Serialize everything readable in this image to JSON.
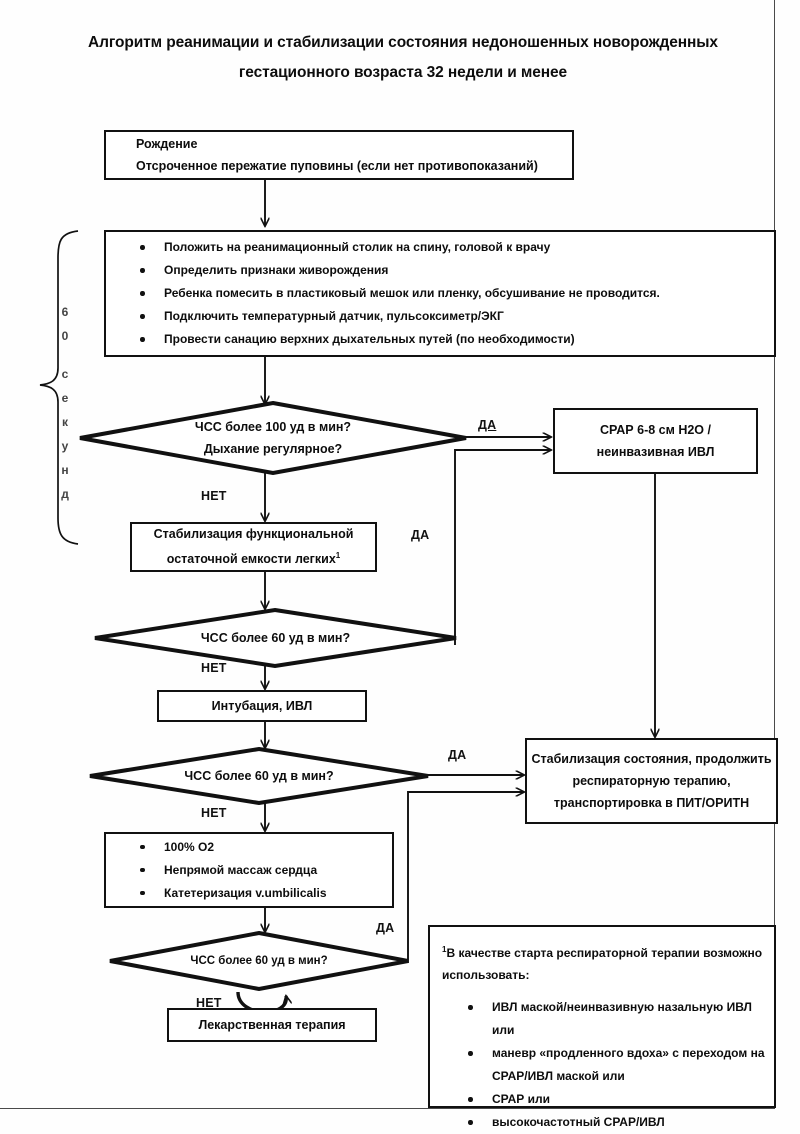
{
  "document": {
    "title_line1": "Алгоритм реанимации и стабилизации состояния  недоношенных новорожденных",
    "title_line2": "гестационного возраста 32 недели и менее",
    "ink_color": "#111111",
    "page_background": "#fefefe"
  },
  "timing_bracket": {
    "label": "60 секунд",
    "chars": [
      "6",
      "0",
      "",
      "с",
      "е",
      "к",
      "у",
      "н",
      "д"
    ]
  },
  "nodes": {
    "birth": {
      "shape": "process",
      "lines": [
        "Рождение",
        "Отсроченное пережатие пуповины (если нет противопоказаний)"
      ]
    },
    "initial_steps": {
      "shape": "process",
      "bullets": [
        "Положить на реанимационный столик на спину, головой к врачу",
        "Определить признаки живорождения",
        "Ребенка помесить в пластиковый мешок или пленку, обсушивание не проводится.",
        "Подключить температурный датчик, пульсоксиметр/ЭКГ",
        "Провести санацию верхних дыхательных путей (по необходимости)"
      ]
    },
    "decision_hr100": {
      "shape": "decision",
      "lines": [
        "ЧСС более 100 уд в мин?",
        "Дыхание регулярное?"
      ]
    },
    "cpap": {
      "shape": "process",
      "lines": [
        "СРАР  6-8 см Н2О /",
        "неинвазивная ИВЛ"
      ]
    },
    "frc_stabilization": {
      "shape": "process",
      "lines": [
        "Стабилизация функциональной",
        "остаточной емкости легких"
      ],
      "footnote_marker": "1"
    },
    "decision_hr60_a": {
      "shape": "decision",
      "lines": [
        "ЧСС более 60 уд в мин?"
      ]
    },
    "intubation": {
      "shape": "process",
      "lines": [
        "Интубация, ИВЛ"
      ]
    },
    "decision_hr60_b": {
      "shape": "decision",
      "lines": [
        "ЧСС более 60 уд в мин?"
      ]
    },
    "stabilize_transport": {
      "shape": "process",
      "lines": [
        "Стабилизация состояния, продолжить",
        "респираторную терапию,",
        "транспортировка в ПИТ/ОРИТН"
      ]
    },
    "cpr_block": {
      "shape": "process",
      "bullets": [
        "100% О2",
        "Непрямой массаж сердца",
        "Катетеризация v.umbilicalis"
      ]
    },
    "decision_hr60_c": {
      "shape": "decision",
      "lines": [
        "ЧСС более 60 уд в мин?"
      ]
    },
    "drug_therapy": {
      "shape": "process",
      "lines": [
        "Лекарственная терапия"
      ]
    }
  },
  "edge_labels": {
    "yes": "ДА",
    "no": "НЕТ",
    "yes_1": "ДА",
    "yes_2": "ДА",
    "yes_3": "ДА",
    "yes_4": "ДА",
    "no_1": "НЕТ",
    "no_2": "НЕТ",
    "no_3": "НЕТ",
    "no_4": "НЕТ"
  },
  "footnote": {
    "marker": "1",
    "head": "В качестве старта респираторной терапии возможно использовать:",
    "bullets": [
      "ИВЛ маской/неинвазивную назальную ИВЛ или",
      "маневр «продленного вдоха» с переходом на СРАР/ИВЛ маской или",
      "СРАР или",
      "высокочастотный СРАР/ИВЛ"
    ]
  }
}
